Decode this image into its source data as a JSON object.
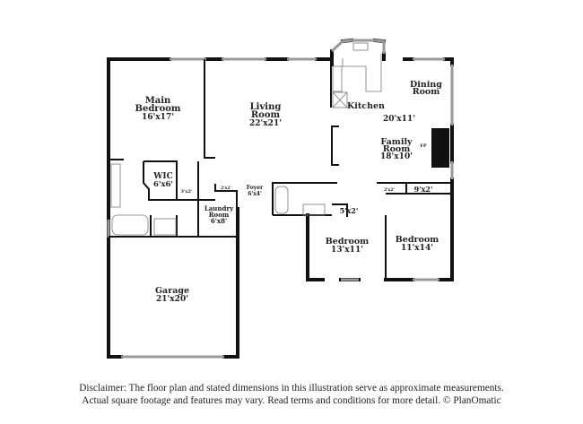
{
  "rooms": {
    "main_bedroom": {
      "name_line1": "Main",
      "name_line2": "Bedroom",
      "size": "16'x17'"
    },
    "living_room": {
      "name_line1": "Living",
      "name_line2": "Room",
      "size": "22'x21'"
    },
    "kitchen": {
      "name": "Kitchen"
    },
    "dining_room": {
      "name_line1": "Dining",
      "name_line2": "Room",
      "size": "20'x11'"
    },
    "family_room": {
      "name_line1": "Family",
      "name_line2": "Room",
      "size": "18'x10'",
      "fireplace": "FP"
    },
    "wic": {
      "name": "WIC",
      "size": "6'x6'"
    },
    "closet_a": {
      "size": "3'x2'"
    },
    "closet_b": {
      "size": "2'x2'"
    },
    "closet_c": {
      "size": "2'x2'"
    },
    "laundry": {
      "name_line1": "Laundry",
      "name_line2": "Room",
      "size": "6'x8'"
    },
    "foyer": {
      "name": "Foyer",
      "size": "6'x4'"
    },
    "closet_d": {
      "size": "5'x2'"
    },
    "closet_e": {
      "size": "9'x2'"
    },
    "bedroom_2": {
      "name": "Bedroom",
      "size": "13'x11'"
    },
    "bedroom_3": {
      "name": "Bedroom",
      "size": "11'x14'"
    },
    "garage": {
      "name": "Garage",
      "size": "21'x20'"
    }
  },
  "disclaimer": {
    "line1": "Disclaimer: The floor plan and stated dimensions in this illustration serve as approximate measurements.",
    "line2": "Actual square footage and features may vary. Read terms and conditions for more detail. © PlanOmatic"
  }
}
